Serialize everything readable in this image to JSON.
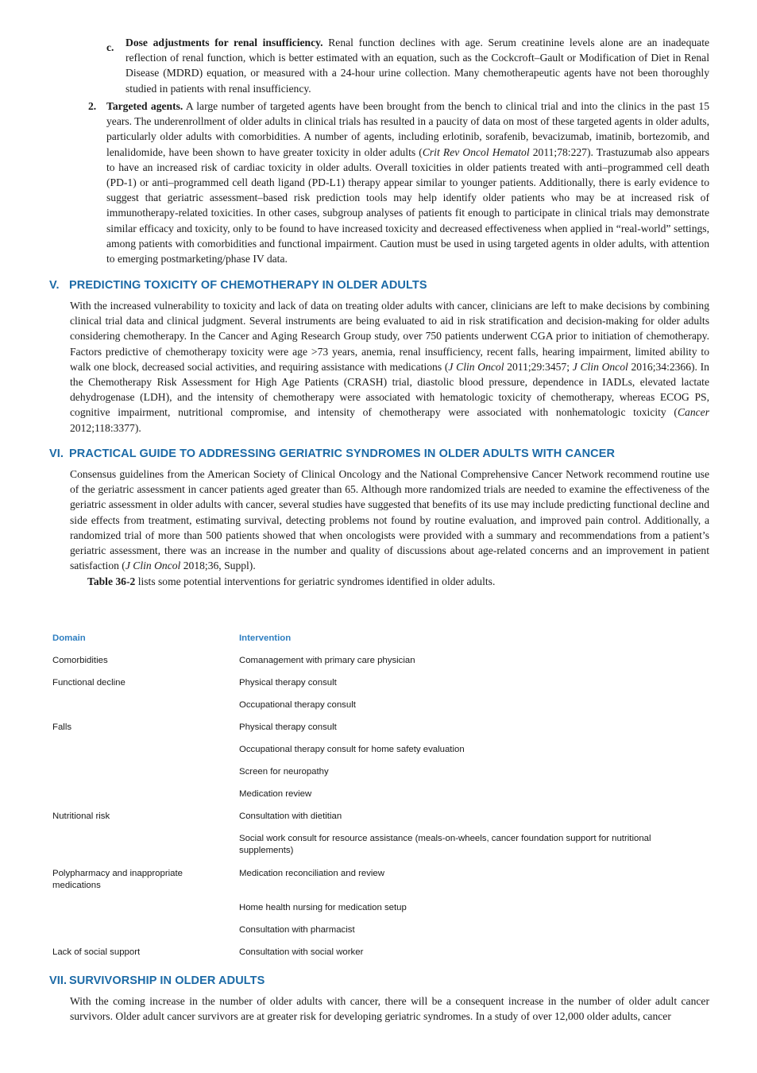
{
  "item_c": {
    "marker": "c.",
    "title": "Dose adjustments for renal insufficiency.",
    "text": " Renal function declines with age. Serum creatinine levels alone are an inadequate reflection of renal function, which is better estimated with an equation, such as the Cockcroft–Gault or Modification of Diet in Renal Disease (MDRD) equation, or measured with a 24-hour urine collection. Many chemotherapeutic agents have not been thoroughly studied in patients with renal insufficiency."
  },
  "item_2": {
    "marker": "2.",
    "title": "Targeted agents.",
    "text_a": " A large number of targeted agents have been brought from the bench to clinical trial and into the clinics in the past 15 years. The underenrollment of older adults in clinical trials has resulted in a paucity of data on most of these targeted agents in older adults, particularly older adults with comorbidities. A number of agents, including erlotinib, sorafenib, bevacizumab, imatinib, bortezomib, and lenalidomide, have been shown to have greater toxicity in older adults (",
    "cite_1": "Crit Rev Oncol Hematol",
    "text_b": " 2011;78:227). Trastuzumab also appears to have an increased risk of cardiac toxicity in older adults. Overall toxicities in older patients treated with anti–programmed cell death (PD-1) or anti–programmed cell death ligand (PD-L1) therapy appear similar to younger patients. Additionally, there is early evidence to suggest that geriatric assessment–based risk prediction tools may help identify older patients who may be at increased risk of immunotherapy-related toxicities. In other cases, subgroup analyses of patients fit enough to participate in clinical trials may demonstrate similar efficacy and toxicity, only to be found to have increased toxicity and decreased effectiveness when applied in “real-world” settings, among patients with comorbidities and functional impairment. Caution must be used in using targeted agents in older adults, with attention to emerging postmarketing/phase IV data."
  },
  "section_v": {
    "num": "V.",
    "title": "PREDICTING TOXICITY OF CHEMOTHERAPY IN OLDER ADULTS",
    "text_a": "With the increased vulnerability to toxicity and lack of data on treating older adults with cancer, clinicians are left to make decisions by combining clinical trial data and clinical judgment. Several instruments are being evaluated to aid in risk stratification and decision-making for older adults considering chemotherapy. In the Cancer and Aging Research Group study, over 750 patients underwent CGA prior to initiation of chemotherapy. Factors predictive of chemotherapy toxicity were age >73 years, anemia, renal insufficiency, recent falls, hearing impairment, limited ability to walk one block, decreased social activities, and requiring assistance with medications (",
    "cite_1": "J Clin Oncol",
    "text_b": " 2011;29:3457; ",
    "cite_2": "J Clin Oncol",
    "text_c": " 2016;34:2366). In the Chemotherapy Risk Assessment for High Age Patients (CRASH) trial, diastolic blood pressure, dependence in IADLs, elevated lactate dehydrogenase (LDH), and the intensity of chemotherapy were associated with hematologic toxicity of chemotherapy, whereas ECOG PS, cognitive impairment, nutritional compromise, and intensity of chemotherapy were associated with nonhematologic toxicity (",
    "cite_3": "Cancer",
    "text_d": " 2012;118:3377)."
  },
  "section_vi": {
    "num": "VI.",
    "title": "PRACTICAL GUIDE TO ADDRESSING GERIATRIC SYNDROMES IN OLDER ADULTS WITH CANCER",
    "text_a": "Consensus guidelines from the American Society of Clinical Oncology and the National Comprehensive Cancer Network recommend routine use of the geriatric assessment in cancer patients aged greater than 65. Although more randomized trials are needed to examine the effectiveness of the geriatric assessment in older adults with cancer, several studies have suggested that benefits of its use may include predicting functional decline and side effects from treatment, estimating survival, detecting problems not found by routine evaluation, and improved pain control. Additionally, a randomized trial of more than 500 patients showed that when oncologists were provided with a summary and recommendations from a patient’s geriatric assessment, there was an increase in the number and quality of discussions about age-related concerns and an improvement in patient satisfaction (",
    "cite_1": "J Clin Oncol",
    "text_b": " 2018;36, Suppl).",
    "table_ref": "Table 36-2",
    "table_ref_text": " lists some potential interventions for geriatric syndromes identified in older adults."
  },
  "table": {
    "headers": [
      "Domain",
      "Intervention"
    ],
    "rows": [
      {
        "domain": "Comorbidities",
        "intervention": "Comanagement with primary care physician"
      },
      {
        "domain": "Functional decline",
        "intervention": "Physical therapy consult"
      },
      {
        "domain": "",
        "intervention": "Occupational therapy consult"
      },
      {
        "domain": "Falls",
        "intervention": "Physical therapy consult"
      },
      {
        "domain": "",
        "intervention": "Occupational therapy consult for home safety evaluation"
      },
      {
        "domain": "",
        "intervention": "Screen for neuropathy"
      },
      {
        "domain": "",
        "intervention": "Medication review"
      },
      {
        "domain": "Nutritional risk",
        "intervention": "Consultation with dietitian"
      },
      {
        "domain": "",
        "intervention": "Social work consult for resource assistance (meals-on-wheels, cancer foundation support for nutritional supplements)"
      },
      {
        "domain": "Polypharmacy and inappropriate medications",
        "intervention": "Medication reconciliation and review"
      },
      {
        "domain": "",
        "intervention": "Home health nursing for medication setup"
      },
      {
        "domain": "",
        "intervention": "Consultation with pharmacist"
      },
      {
        "domain": "Lack of social support",
        "intervention": "Consultation with social worker"
      }
    ]
  },
  "section_vii": {
    "num": "VII.",
    "title": "SURVIVORSHIP IN OLDER ADULTS",
    "text": "With the coming increase in the number of older adults with cancer, there will be a consequent increase in the number of older adult cancer survivors. Older adult cancer survivors are at greater risk for developing geriatric syndromes. In a study of over 12,000 older adults, cancer"
  }
}
